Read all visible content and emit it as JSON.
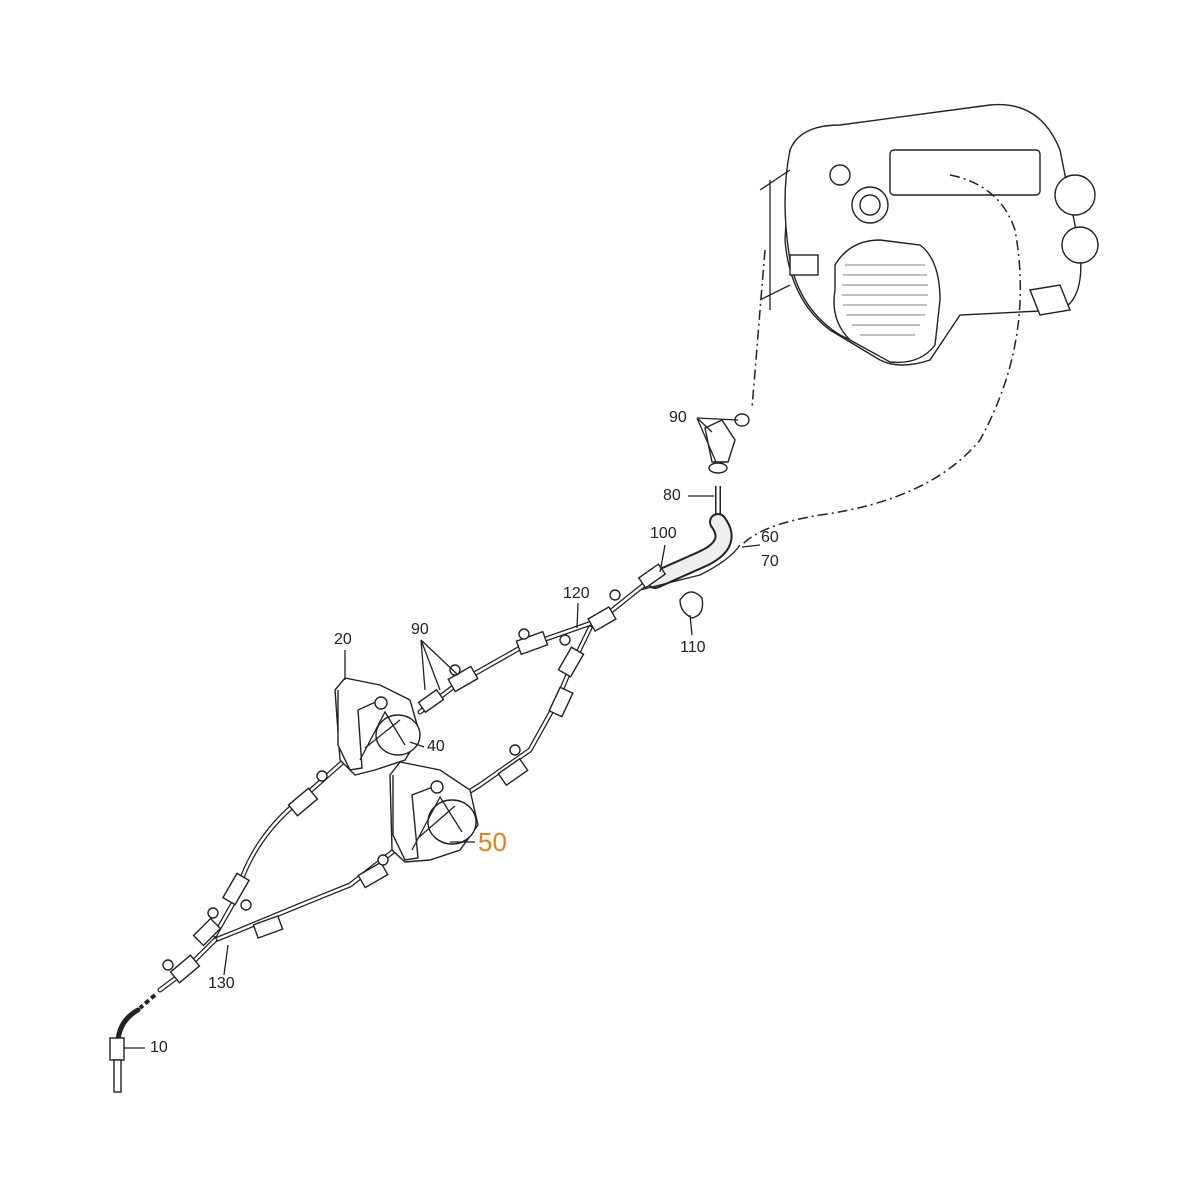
{
  "diagram": {
    "highlight_color": "#f07d1a",
    "callouts": [
      {
        "id": "90a",
        "text": "90"
      },
      {
        "id": "80",
        "text": "80"
      },
      {
        "id": "100",
        "text": "100"
      },
      {
        "id": "60",
        "text": "60"
      },
      {
        "id": "70",
        "text": "70"
      },
      {
        "id": "120",
        "text": "120"
      },
      {
        "id": "110",
        "text": "110"
      },
      {
        "id": "20",
        "text": "20"
      },
      {
        "id": "90b",
        "text": "90"
      },
      {
        "id": "40",
        "text": "40"
      },
      {
        "id": "50",
        "text": "50",
        "highlighted": true
      },
      {
        "id": "130",
        "text": "130"
      },
      {
        "id": "10",
        "text": "10"
      }
    ]
  }
}
